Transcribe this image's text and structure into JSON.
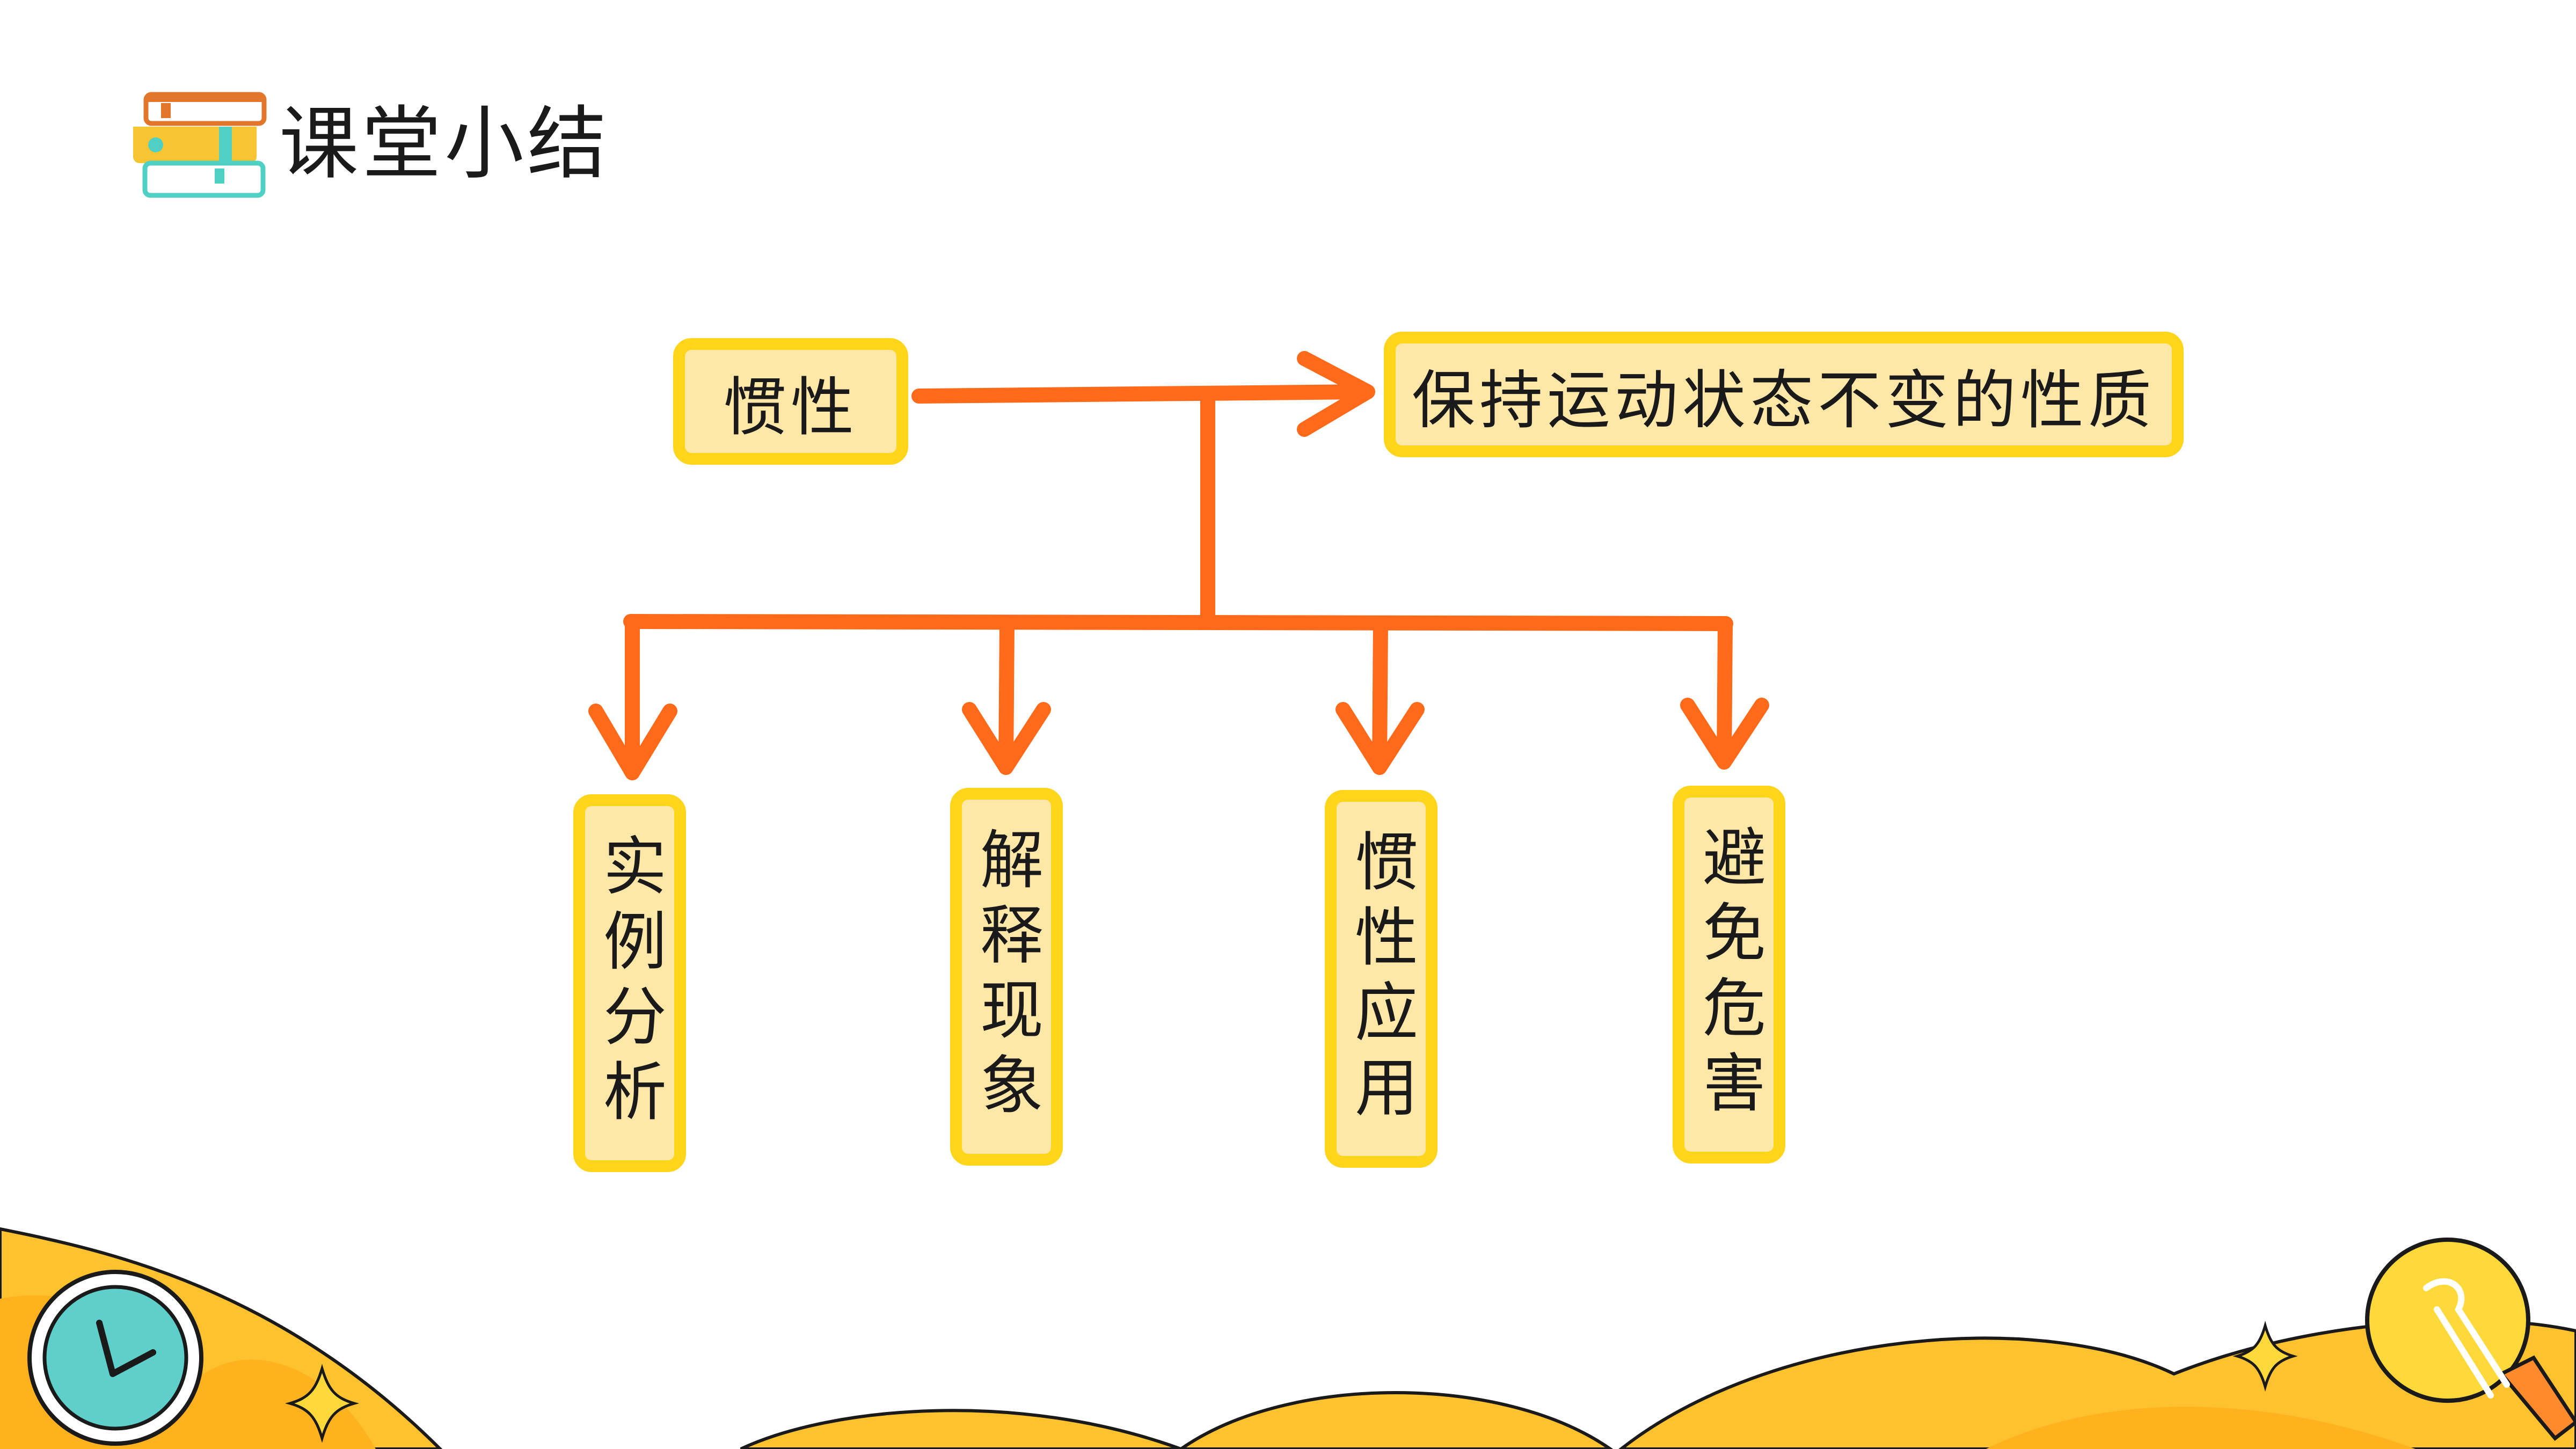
{
  "slide": {
    "title": "课堂小结"
  },
  "diagram": {
    "root": "惯性",
    "definition": "保持运动状态不变的性质",
    "branches": [
      {
        "label": "实例分析"
      },
      {
        "label": "解释现象"
      },
      {
        "label": "惯性应用"
      },
      {
        "label": "避免危害"
      }
    ]
  },
  "icons": {
    "title_icon": "stacked-books-icon",
    "clock": "clock-icon",
    "bulb": "light-bulb-icon",
    "sparkle": "sparkle-star-icon"
  },
  "colors": {
    "arrow": "#ff6a1a",
    "box_border": "#ffd51c",
    "box_fill": "#ffe7a8",
    "footer_wave": "#ffbf2b",
    "clock_face": "#5ecfca",
    "bulb": "#ffd93a"
  }
}
